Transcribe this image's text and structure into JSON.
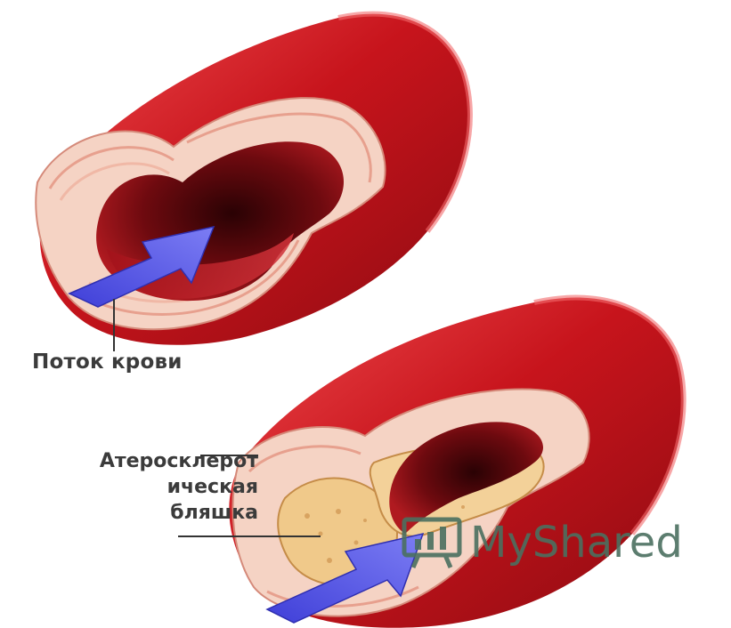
{
  "labels": {
    "blood_flow": "Поток крови",
    "plaque_line1": "Атеросклерот",
    "plaque_line2": "ическая",
    "plaque_line3": "бляшка"
  },
  "watermark": {
    "text": "MyShared"
  },
  "colors": {
    "vessel_outer": "#c7141c",
    "vessel_dark": "#8e0b11",
    "lumen": "#5a0509",
    "wall_layer": "#f3c9b9",
    "plaque": "#f0c98a",
    "arrow": "#5a5be8",
    "watermark": "#4b7060"
  },
  "icons": {
    "arrows": "arrow-right",
    "watermark_icon": "chart-screen-icon"
  }
}
